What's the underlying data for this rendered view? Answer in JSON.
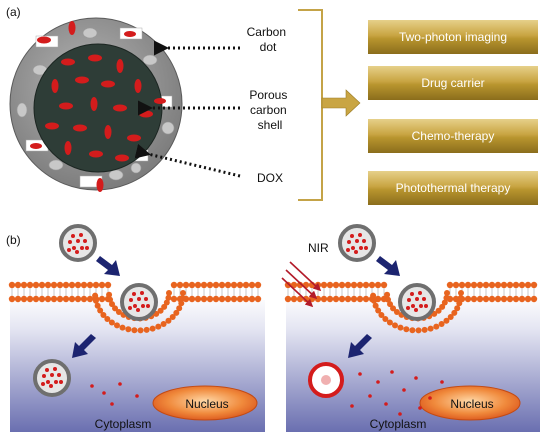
{
  "panel_a": {
    "label": "(a)",
    "callouts": [
      {
        "key": "carbon_dot",
        "lines": [
          "Carbon",
          "dot"
        ]
      },
      {
        "key": "shell",
        "lines": [
          "Porous",
          "carbon",
          "shell"
        ]
      },
      {
        "key": "dox",
        "lines": [
          "DOX"
        ]
      }
    ],
    "applications": [
      "Two-photon imaging",
      "Drug carrier",
      "Chemo-therapy",
      "Photothermal therapy"
    ]
  },
  "panel_b": {
    "label": "(b)",
    "left": {
      "cytoplasm": "Cytoplasm",
      "nucleus": "Nucleus"
    },
    "right": {
      "nir": "NIR",
      "cytoplasm": "Cytoplasm",
      "nucleus": "Nucleus"
    }
  },
  "colors": {
    "shell_gray": "#8c8c8c",
    "core_dark": "#2e3d37",
    "dox_red": "#d41c1c",
    "lipid_orange": "#e8641f",
    "gold": "#b8952e",
    "cytoplasm_blue": "#6a6fb0",
    "nucleus_orange": "#e96a25",
    "arrow_navy": "#1c2470"
  }
}
